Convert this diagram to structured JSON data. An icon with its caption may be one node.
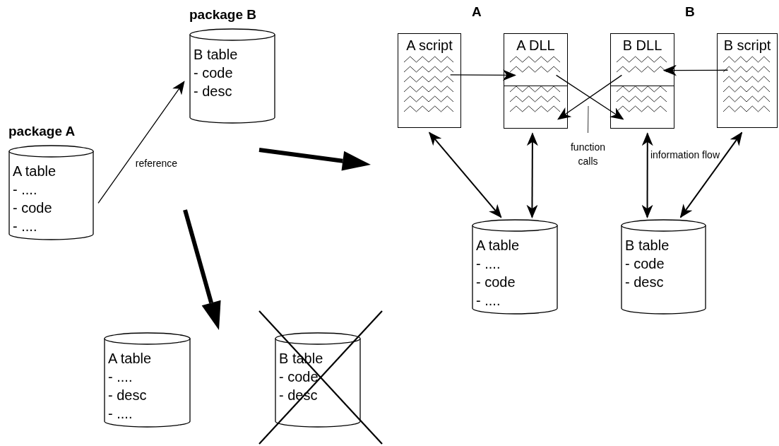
{
  "diagram": {
    "nodes": [
      {
        "text": [
          "package A",
          "A table",
          "- ....",
          "- code",
          "- ...."
        ]
      },
      {
        "text": [
          "package B",
          "B table",
          "- code",
          "- desc"
        ]
      },
      {
        "text": [
          "A script"
        ]
      },
      {
        "text": [
          "A DLL"
        ]
      },
      {
        "text": [
          "B DLL"
        ]
      },
      {
        "text": [
          "B script"
        ]
      },
      {
        "text": [
          "A table",
          "- ....",
          "- code",
          "- ...."
        ]
      },
      {
        "text": [
          "B table",
          "- code",
          "- desc"
        ]
      },
      {
        "text": [
          "A table",
          "- ....",
          "- desc",
          "- ...."
        ]
      },
      {
        "text": [
          "B table",
          "- code",
          "- desc"
        ]
      },
      {
        "text": [
          "function calls"
        ]
      }
    ],
    "edges": [
      {
        "from": 0,
        "to": 1,
        "arrow": "to",
        "label": "reference"
      },
      {
        "from": 2,
        "to": 3,
        "arrow": "to"
      },
      {
        "from": 3,
        "to": 4,
        "arrow": "to"
      },
      {
        "from": 4,
        "to": 3,
        "arrow": "to"
      },
      {
        "from": 5,
        "to": 4,
        "arrow": "to"
      },
      {
        "from": 2,
        "to": 6,
        "arrow": "both"
      },
      {
        "from": 3,
        "to": 6,
        "arrow": "both"
      },
      {
        "from": 4,
        "to": 7,
        "arrow": "both"
      },
      {
        "from": 5,
        "to": 7,
        "arrow": "both"
      },
      {
        "from": 10,
        "to": null,
        "arrow": "none"
      }
    ],
    "labels": [
      "A",
      "B",
      "information flow"
    ]
  }
}
